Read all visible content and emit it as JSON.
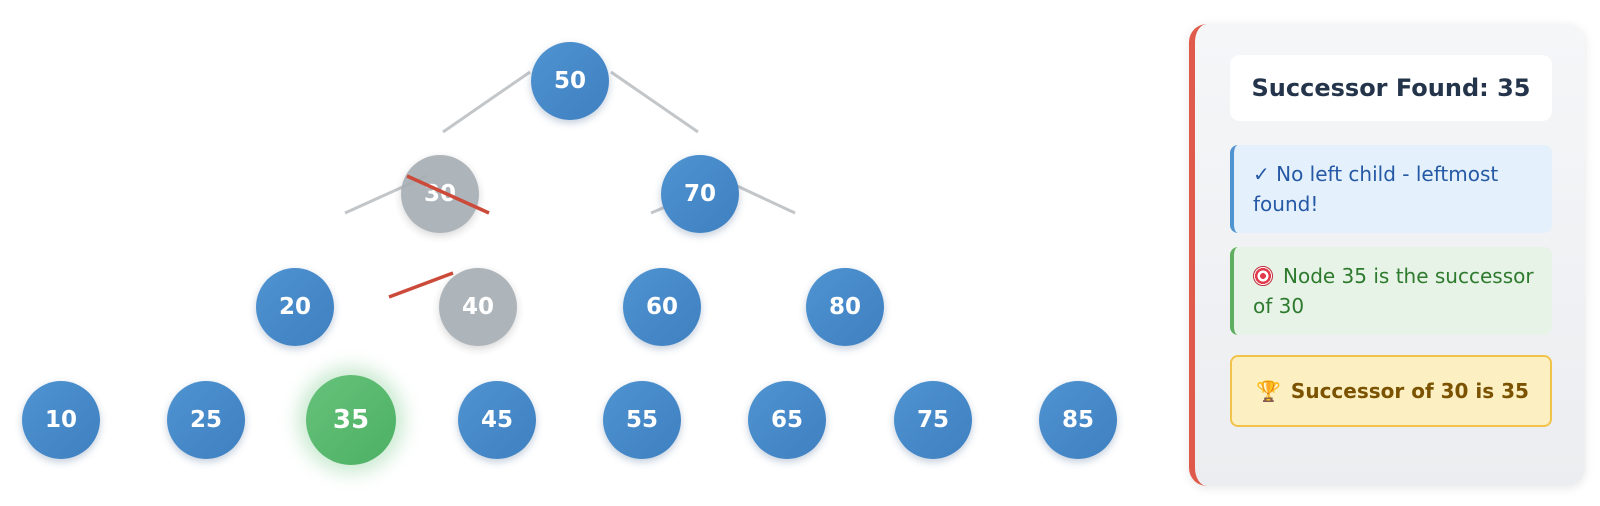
{
  "tree": {
    "nodes": [
      {
        "id": "n50",
        "label": "50",
        "state": "normal"
      },
      {
        "id": "n30",
        "label": "30",
        "state": "dimmed"
      },
      {
        "id": "n70",
        "label": "70",
        "state": "normal"
      },
      {
        "id": "n20",
        "label": "20",
        "state": "normal"
      },
      {
        "id": "n40",
        "label": "40",
        "state": "dimmed"
      },
      {
        "id": "n60",
        "label": "60",
        "state": "normal"
      },
      {
        "id": "n80",
        "label": "80",
        "state": "normal"
      },
      {
        "id": "n10",
        "label": "10",
        "state": "normal"
      },
      {
        "id": "n25",
        "label": "25",
        "state": "normal"
      },
      {
        "id": "n35",
        "label": "35",
        "state": "found"
      },
      {
        "id": "n45",
        "label": "45",
        "state": "normal"
      },
      {
        "id": "n55",
        "label": "55",
        "state": "normal"
      },
      {
        "id": "n65",
        "label": "65",
        "state": "normal"
      },
      {
        "id": "n75",
        "label": "75",
        "state": "normal"
      },
      {
        "id": "n85",
        "label": "85",
        "state": "normal"
      }
    ],
    "colors": {
      "node": "#4a8ccb",
      "dimmed": "#a6adb3",
      "found": "#5cba6f",
      "edge": "#c3c6c9",
      "highlight_edge": "#cc4a3a"
    }
  },
  "panel": {
    "title": "Successor Found: 35",
    "step_check": "✓",
    "step_text": "No left child - leftmost found!",
    "info_icon": "target-icon",
    "info_text": "Node 35 is the successor of 30",
    "result_icon": "trophy-icon",
    "result_text": "Successor of 30 is 35",
    "accent_color": "#e05a4b"
  }
}
